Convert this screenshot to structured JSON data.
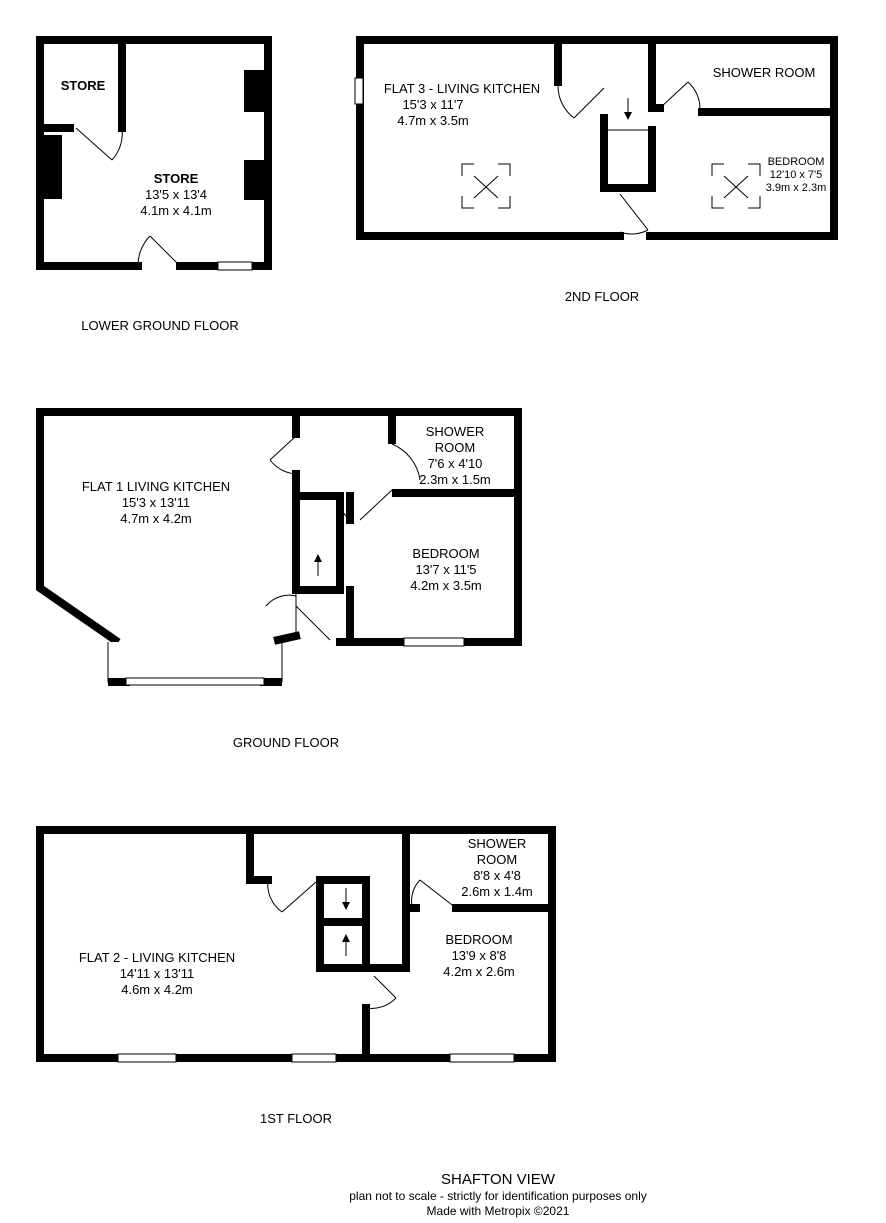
{
  "lower_ground": {
    "floor_label": "LOWER GROUND FLOOR",
    "rooms": [
      {
        "name": "STORE"
      },
      {
        "name": "STORE",
        "imperial": "13'5 x 13'4",
        "metric": "4.1m x 4.1m"
      }
    ]
  },
  "second": {
    "floor_label": "2ND FLOOR",
    "rooms": [
      {
        "name": "FLAT 3 - LIVING KITCHEN",
        "imperial": "15'3 x 11'7",
        "metric": "4.7m x 3.5m"
      },
      {
        "name": "SHOWER ROOM"
      },
      {
        "name": "BEDROOM",
        "imperial": "12'10 x 7'5",
        "metric": "3.9m x 2.3m"
      }
    ]
  },
  "ground": {
    "floor_label": "GROUND FLOOR",
    "rooms": [
      {
        "name": "FLAT 1 LIVING KITCHEN",
        "imperial": "15'3 x 13'11",
        "metric": "4.7m x 4.2m"
      },
      {
        "name1": "SHOWER",
        "name2": "ROOM",
        "imperial": "7'6 x 4'10",
        "metric": "2.3m x 1.5m"
      },
      {
        "name": "BEDROOM",
        "imperial": "13'7 x 11'5",
        "metric": "4.2m x 3.5m"
      }
    ]
  },
  "first": {
    "floor_label": "1ST FLOOR",
    "rooms": [
      {
        "name": "FLAT 2 - LIVING KITCHEN",
        "imperial": "14'11 x 13'11",
        "metric": "4.6m x 4.2m"
      },
      {
        "name1": "SHOWER",
        "name2": "ROOM",
        "imperial": "8'8 x 4'8",
        "metric": "2.6m x 1.4m"
      },
      {
        "name": "BEDROOM",
        "imperial": "13'9 x 8'8",
        "metric": "4.2m x 2.6m"
      }
    ]
  },
  "footer": {
    "title": "SHAFTON VIEW",
    "disclaimer": "plan not to scale - strictly for identification purposes only",
    "credit": "Made with Metropix ©2021"
  }
}
